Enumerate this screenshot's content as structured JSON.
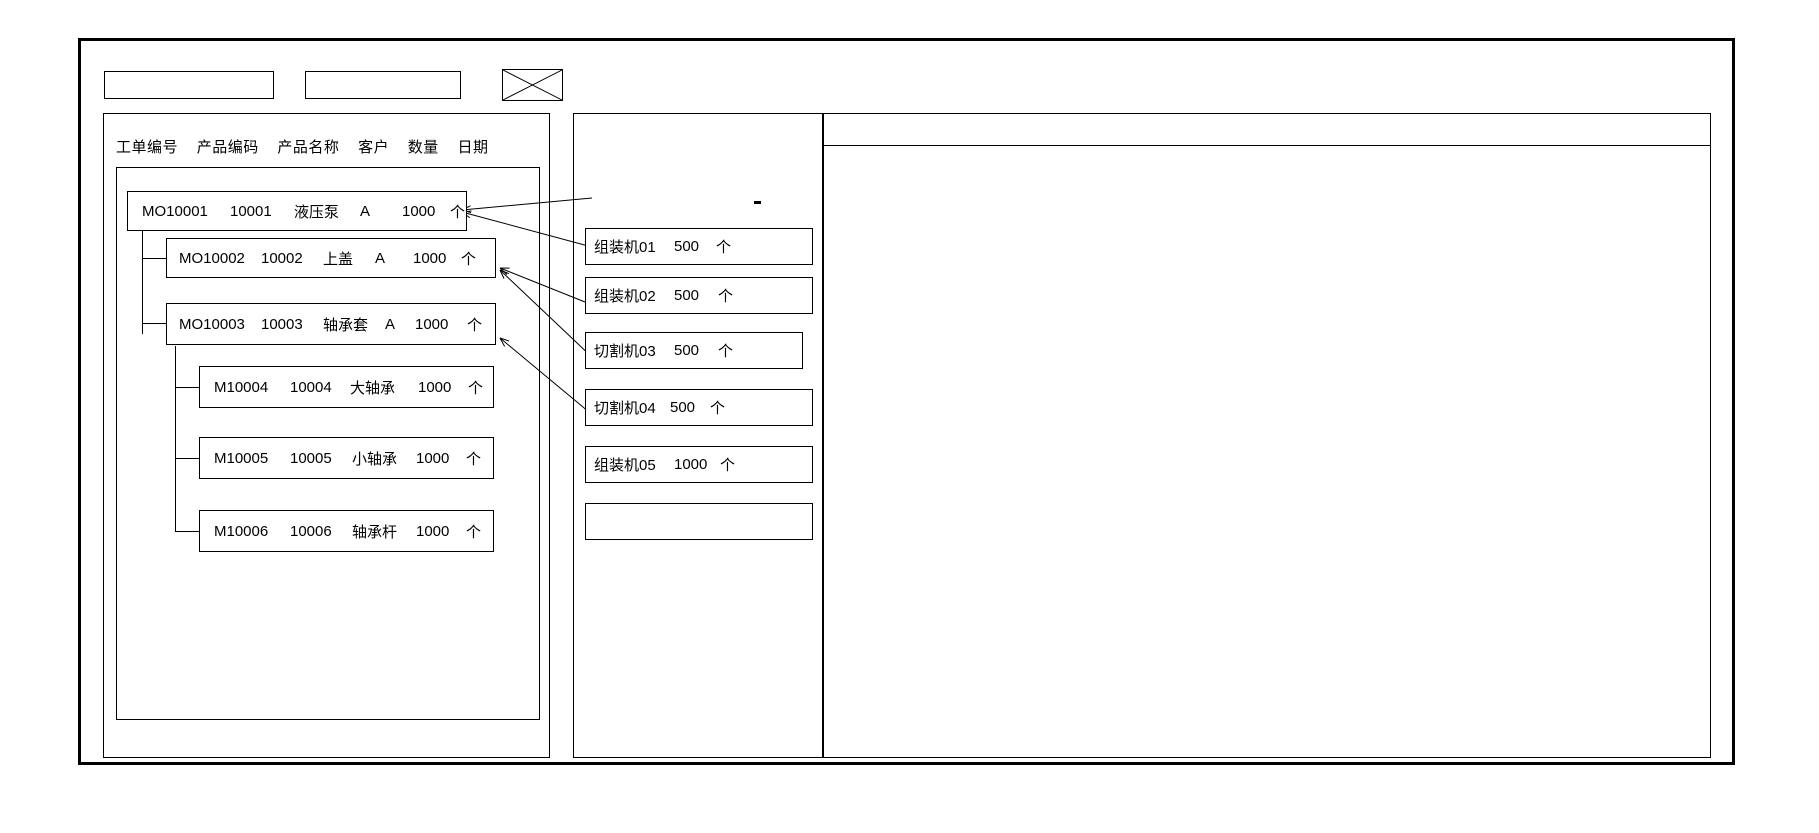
{
  "window": {
    "title": ""
  },
  "toolbar": {
    "buttons": [
      {
        "name": "toolbar-box-1",
        "label": ""
      },
      {
        "name": "toolbar-box-2",
        "label": ""
      },
      {
        "name": "toolbar-box-3-crossed",
        "label": "",
        "icon": "cross-box-icon"
      }
    ]
  },
  "left_panel": {
    "columns": [
      "工单编号",
      "产品编码",
      "产品名称",
      "客户",
      "数量",
      "日期"
    ],
    "rows": [
      {
        "order_no": "MO10001",
        "product_code": "10001",
        "product_name": "液压泵",
        "customer": "A",
        "qty": "1000",
        "unit": "个",
        "level": 0
      },
      {
        "order_no": "MO10002",
        "product_code": "10002",
        "product_name": "上盖",
        "customer": "A",
        "qty": "1000",
        "unit": "个",
        "level": 1
      },
      {
        "order_no": "MO10003",
        "product_code": "10003",
        "product_name": "轴承套",
        "customer": "A",
        "qty": "1000",
        "unit": "个",
        "level": 1
      },
      {
        "order_no": "M10004",
        "product_code": "10004",
        "product_name": "大轴承",
        "customer": "",
        "qty": "1000",
        "unit": "个",
        "level": 2
      },
      {
        "order_no": "M10005",
        "product_code": "10005",
        "product_name": "小轴承",
        "customer": "",
        "qty": "1000",
        "unit": "个",
        "level": 2
      },
      {
        "order_no": "M10006",
        "product_code": "10006",
        "product_name": "轴承杆",
        "customer": "",
        "qty": "1000",
        "unit": "个",
        "level": 2
      }
    ]
  },
  "middle_panel": {
    "operations": [
      {
        "machine": "组装机01",
        "qty": "500",
        "unit": "个"
      },
      {
        "machine": "组装机02",
        "qty": "500",
        "unit": "个"
      },
      {
        "machine": "切割机03",
        "qty": "500",
        "unit": "个"
      },
      {
        "machine": "切割机04",
        "qty": "500",
        "unit": "个"
      },
      {
        "machine": "组装机05",
        "qty": "1000",
        "unit": "个"
      },
      {
        "machine": "",
        "qty": "",
        "unit": ""
      }
    ]
  },
  "right_panel": {
    "header_text": "",
    "body_text": ""
  },
  "colors": {
    "stroke": "#000000",
    "background": "#ffffff"
  }
}
